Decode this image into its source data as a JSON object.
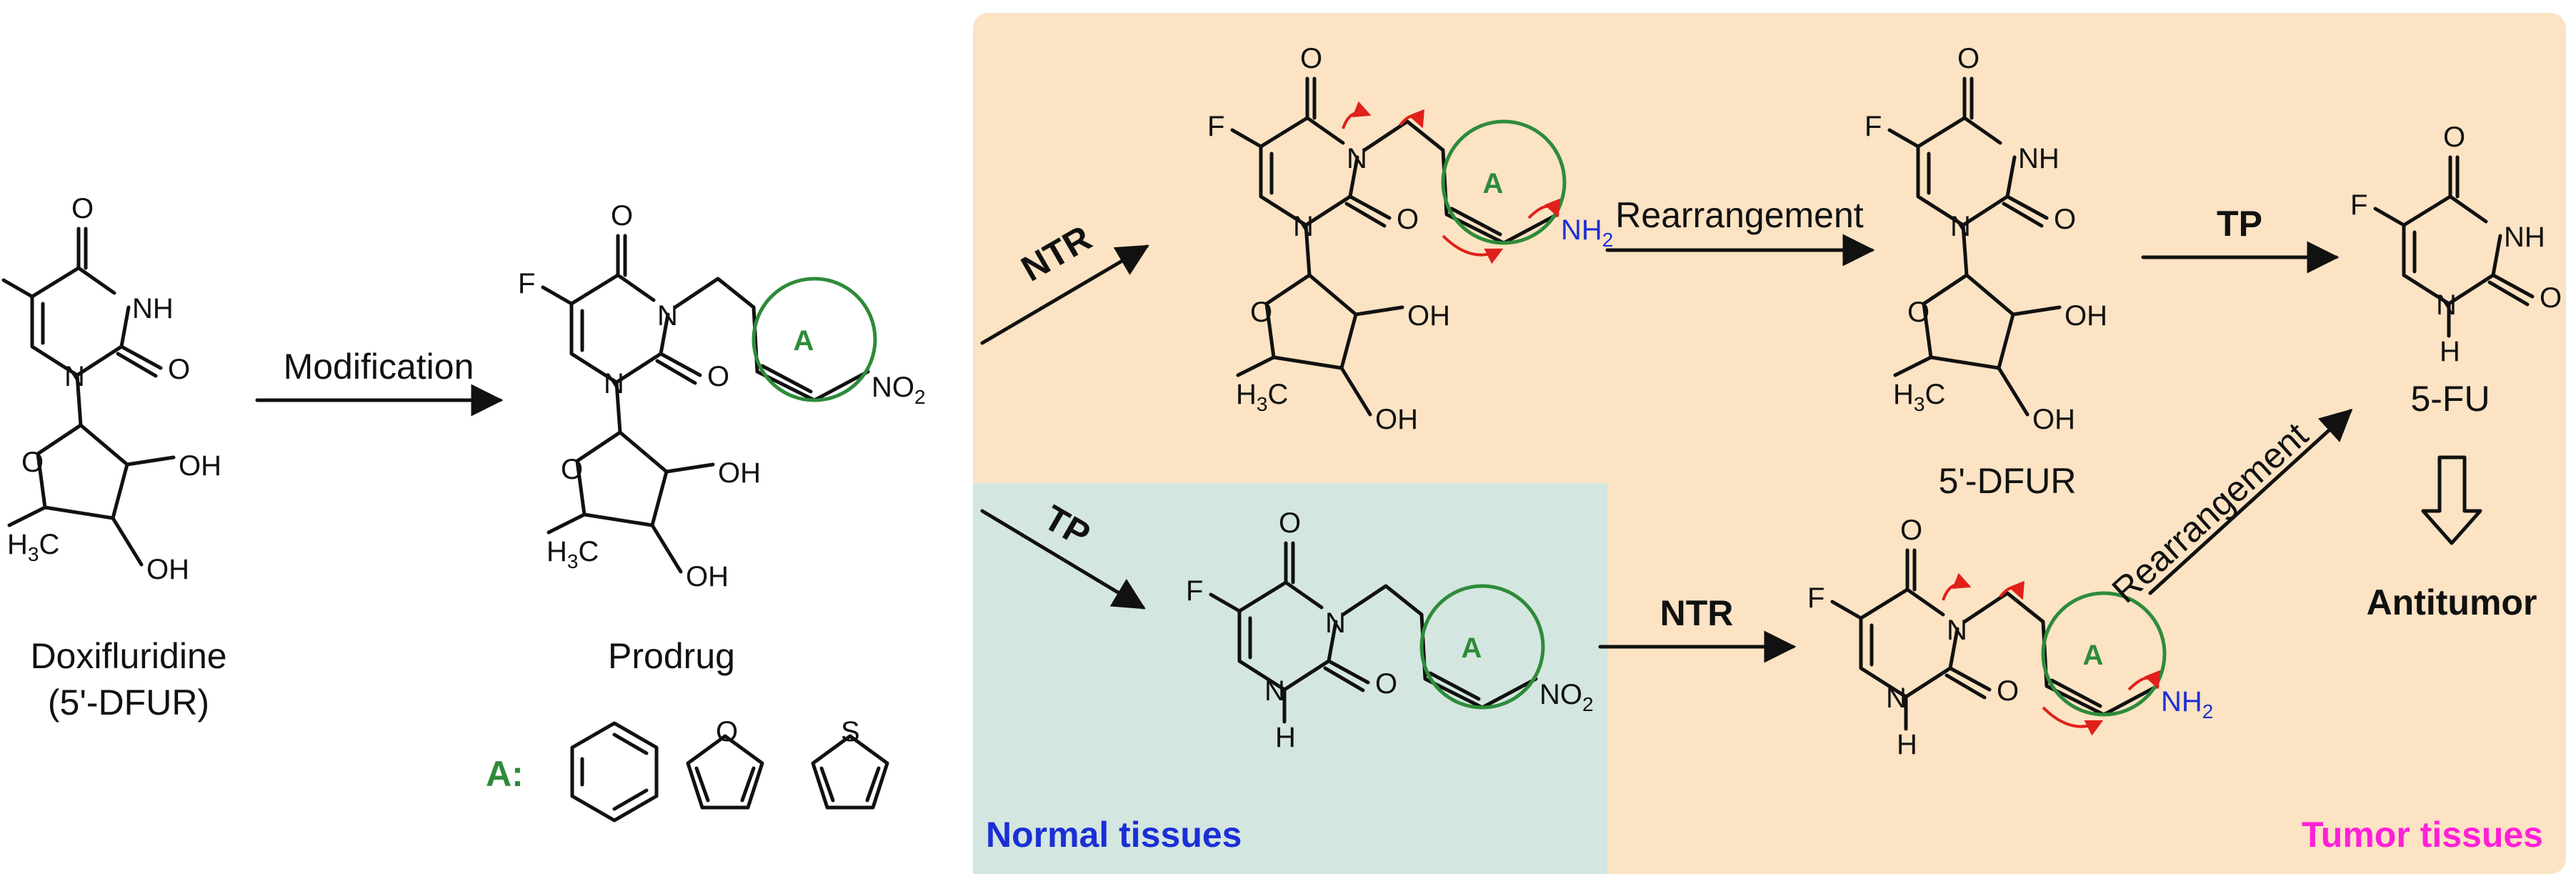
{
  "colors": {
    "tumor_bg": "#fbe3c3",
    "normal_bg": "#d4e6e0",
    "ring": "#2e8b3a",
    "amine": "#1a2fd6",
    "electron_arrow": "#e0201a",
    "normal_title": "#1a2fd6",
    "tumor_title": "#ff1fd8"
  },
  "compounds": {
    "doxifluridine": {
      "name": "Doxifluridine",
      "abbr": "(5'-DFUR)"
    },
    "prodrug": {
      "name": "Prodrug"
    },
    "dfur": {
      "name": "5'-DFUR"
    },
    "fu": {
      "name": "5-FU"
    }
  },
  "atoms": {
    "F": "F",
    "O": "O",
    "N": "N",
    "H": "H",
    "NH": "NH",
    "OH": "OH",
    "H3C": "H3C",
    "H3C_main": "H",
    "H3C_sub": "3",
    "H3C_tail": "C",
    "NO2_main": "NO",
    "NO2_sub": "2",
    "NH2_main": "NH",
    "NH2_sub": "2",
    "ring_label": "A"
  },
  "ring_legend": {
    "label": "A:",
    "rings": [
      "benzene",
      "furan",
      "thiophene"
    ]
  },
  "arrows": {
    "modification": "Modification",
    "ntr": "NTR",
    "tp": "TP",
    "rearrangement": "Rearrangement"
  },
  "outcome": "Antitumor",
  "regions": {
    "normal": "Normal tissues",
    "tumor": "Tumor tissues"
  }
}
